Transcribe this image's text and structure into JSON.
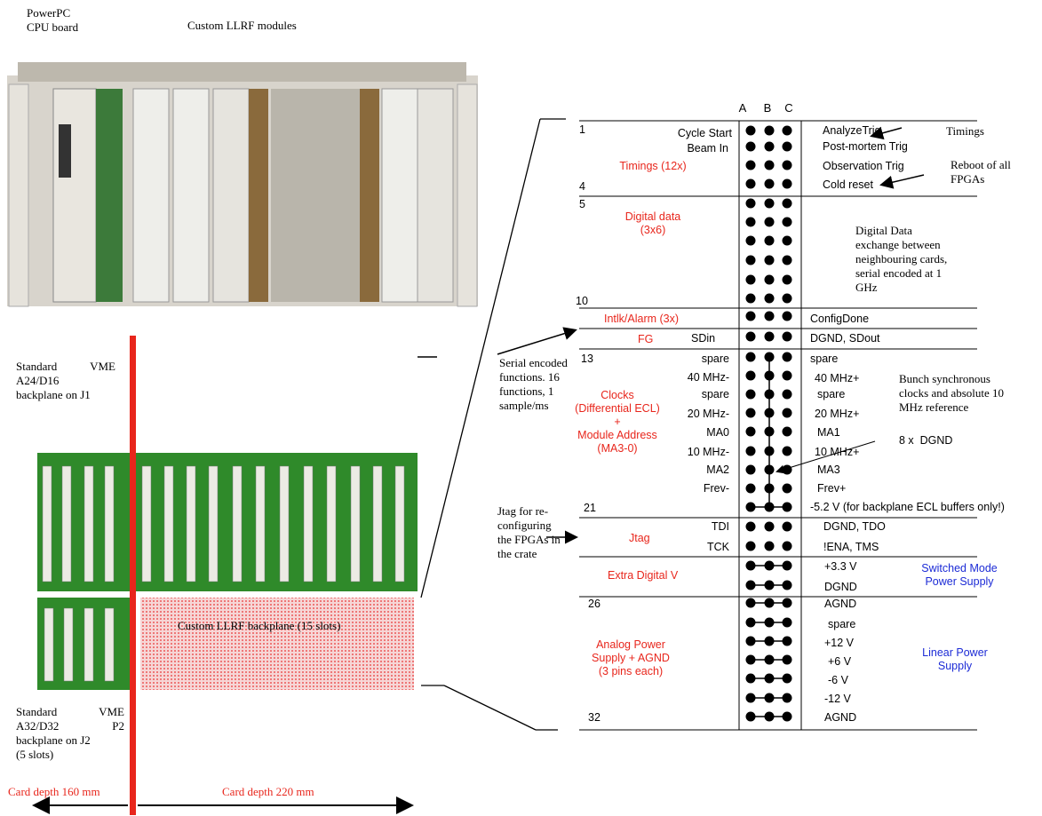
{
  "photo_labels": {
    "cpu_board": "PowerPC\nCPU board",
    "custom_modules": "Custom LLRF modules"
  },
  "left_notes": {
    "vme_j1": [
      "Standard VME",
      "A24/D16",
      "backplane on J1"
    ],
    "vme_j2": [
      "Standard VME",
      "A32/D32 P2",
      "backplane on J2",
      "(5 slots)"
    ],
    "custom_backplane": "Custom LLRF backplane (15 slots)",
    "depth_left": "Card depth 160 mm",
    "depth_right": "Card depth 220 mm"
  },
  "column_headers": [
    "A",
    "B",
    "C"
  ],
  "row_numbers": {
    "r1": "1",
    "r4": "4",
    "r5": "5",
    "r10": "10",
    "r13": "13",
    "r21": "21",
    "r26": "26",
    "r32": "32"
  },
  "groups": {
    "timings": "Timings (12x)",
    "digital_data": "Digital data\n(3x6)",
    "intlk": "Intlk/Alarm (3x)",
    "fg": "FG",
    "clocks": "Clocks\n(Differential ECL)\n+\nModule Address\n(MA3-0)",
    "jtag": "Jtag",
    "extra_digital": "Extra Digital V",
    "analog": "Analog Power\nSupply + AGND\n(3 pins each)"
  },
  "left_signals": [
    "Cycle Start",
    "Beam In",
    "SDin",
    "spare",
    "40 MHz-",
    "spare",
    "20 MHz-",
    "MA0",
    "10 MHz-",
    "MA2",
    "Frev-",
    "TDI",
    "TCK"
  ],
  "right_signals": [
    "AnalyzeTrig",
    "Post-mortem Trig",
    "Observation Trig",
    "Cold reset",
    "ConfigDone",
    "DGND, SDout",
    "spare",
    "40 MHz+",
    "spare",
    "20 MHz+",
    "MA1",
    "10 MHz+",
    "MA3",
    "Frev+",
    "-5.2 V (for backplane ECL buffers only!)",
    "DGND,  TDO",
    "!ENA,  TMS",
    "+3.3 V",
    "DGND",
    "AGND",
    "spare",
    "+12 V",
    "+6 V",
    "-6 V",
    "-12 V",
    "AGND"
  ],
  "annotations": {
    "timings": "Timings",
    "reboot": "Reboot of all\nFPGAs",
    "digital_exchange": "Digital Data\nexchange between\nneighbouring cards,\nserial encoded at 1\nGHz",
    "serial_functions": "Serial encoded\nfunctions. 16\nfunctions, 1\nsample/ms",
    "bunch_clocks": "Bunch synchronous\nclocks and absolute 10\nMHz reference",
    "dgnd8": "8 x  DGND",
    "jtag_note": "Jtag for re-\nconfiguring\nthe FPGAs in\nthe crate",
    "smps": "Switched Mode\nPower Supply",
    "linear": "Linear Power\nSupply"
  },
  "colors": {
    "red": "#e8261c",
    "blue": "#1c2bd6",
    "pcb_green": "#2f8a2a",
    "chassis": "#cfcac0"
  }
}
